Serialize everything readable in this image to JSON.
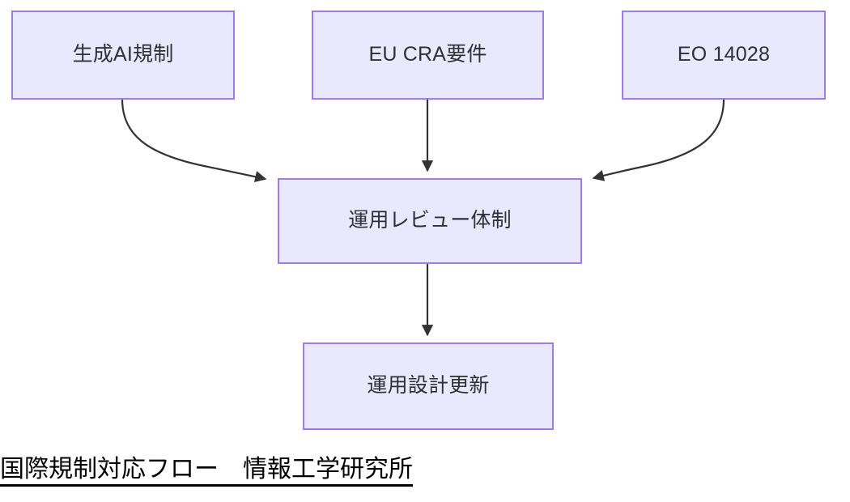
{
  "diagram": {
    "type": "flowchart",
    "title": "国際規制対応フロー　情報工学研究所",
    "colors": {
      "node_fill": "#e9e8fc",
      "node_border": "#9d7bea",
      "node_text": "#2f3033",
      "edge": "#333333",
      "caption_text": "#000000",
      "background": "#ffffff"
    },
    "nodes": [
      {
        "id": "gen-ai",
        "label": "生成AI規制",
        "row": "top",
        "column": 1
      },
      {
        "id": "eu-cra",
        "label": "EU CRA要件",
        "row": "top",
        "column": 2
      },
      {
        "id": "eo",
        "label": "EO 14028",
        "row": "top",
        "column": 3
      },
      {
        "id": "review",
        "label": "運用レビュー体制",
        "row": "middle",
        "column": 2
      },
      {
        "id": "update",
        "label": "運用設計更新",
        "row": "bottom",
        "column": 2
      }
    ],
    "edges": [
      {
        "from": "gen-ai",
        "to": "review",
        "style": "curved",
        "arrowhead": "filled-triangle"
      },
      {
        "from": "eu-cra",
        "to": "review",
        "style": "straight",
        "arrowhead": "filled-triangle"
      },
      {
        "from": "eo",
        "to": "review",
        "style": "curved",
        "arrowhead": "filled-triangle"
      },
      {
        "from": "review",
        "to": "update",
        "style": "straight",
        "arrowhead": "filled-triangle"
      }
    ]
  },
  "caption": {
    "text": "国際規制対応フロー　情報工学研究所",
    "underlined": true
  }
}
